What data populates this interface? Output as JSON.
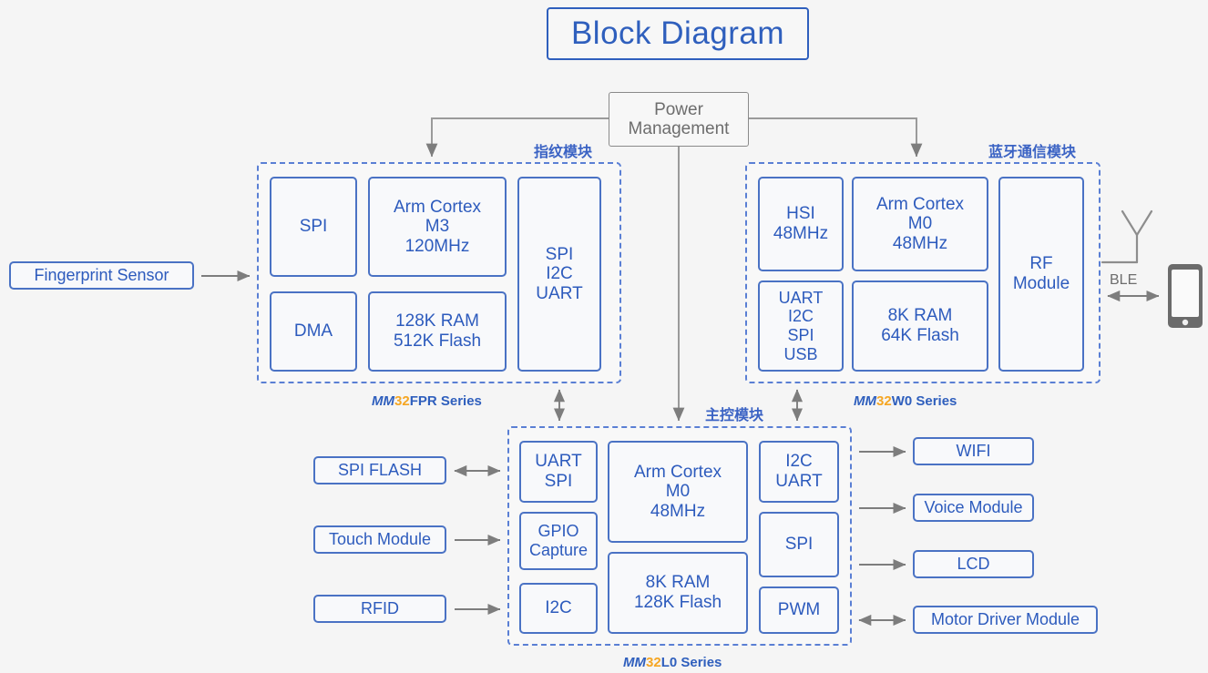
{
  "page": {
    "background_color": "#f5f5f5",
    "accent_blue": "#2d5bbd",
    "border_blue": "#4a72c4",
    "dashed_blue": "#5a7fd4",
    "gray": "#8a8a8a",
    "orange": "#f5a623"
  },
  "title": {
    "text": "Block Diagram"
  },
  "power": {
    "line1": "Power",
    "line2": "Management"
  },
  "modules": {
    "fingerprint": {
      "caption_cn": "指纹模块",
      "series_mm": "MM",
      "series_num": "32",
      "series_rest": "FPR Series",
      "blocks": [
        {
          "name": "spi",
          "lines": [
            "SPI"
          ]
        },
        {
          "name": "dma",
          "lines": [
            "DMA"
          ]
        },
        {
          "name": "core",
          "lines": [
            "Arm Cortex",
            "M3",
            "120MHz"
          ]
        },
        {
          "name": "mem",
          "lines": [
            "128K RAM",
            "512K Flash"
          ]
        },
        {
          "name": "io",
          "lines": [
            "SPI",
            "I2C",
            "UART"
          ]
        }
      ]
    },
    "bluetooth": {
      "caption_cn": "蓝牙通信模块",
      "series_mm": "MM",
      "series_num": "32",
      "series_rest": "W0 Series",
      "blocks": [
        {
          "name": "hsi",
          "lines": [
            "HSI",
            "48MHz"
          ]
        },
        {
          "name": "io",
          "lines": [
            "UART",
            "I2C",
            "SPI",
            "USB"
          ]
        },
        {
          "name": "core",
          "lines": [
            "Arm Cortex",
            "M0",
            "48MHz"
          ]
        },
        {
          "name": "mem",
          "lines": [
            "8K RAM",
            "64K Flash"
          ]
        },
        {
          "name": "rf",
          "lines": [
            "RF",
            "Module"
          ]
        }
      ]
    },
    "maincontrol": {
      "caption_cn": "主控模块",
      "series_mm": "MM",
      "series_num": "32",
      "series_rest": "L0 Series",
      "blocks": [
        {
          "name": "uart-spi",
          "lines": [
            "UART",
            "SPI"
          ]
        },
        {
          "name": "gpio",
          "lines": [
            "GPIO",
            "Capture"
          ]
        },
        {
          "name": "i2c",
          "lines": [
            "I2C"
          ]
        },
        {
          "name": "core",
          "lines": [
            "Arm Cortex",
            "M0",
            "48MHz"
          ]
        },
        {
          "name": "mem",
          "lines": [
            "8K RAM",
            "128K Flash"
          ]
        },
        {
          "name": "i2c-uart",
          "lines": [
            "I2C",
            "UART"
          ]
        },
        {
          "name": "spi",
          "lines": [
            "SPI"
          ]
        },
        {
          "name": "pwm",
          "lines": [
            "PWM"
          ]
        }
      ]
    }
  },
  "peripherals": {
    "fingerprint_sensor": {
      "label": "Fingerprint Sensor",
      "arrow": "one-way"
    },
    "spi_flash": {
      "label": "SPI FLASH",
      "arrow": "two-way"
    },
    "touch_module": {
      "label": "Touch Module",
      "arrow": "one-way"
    },
    "rfid": {
      "label": "RFID",
      "arrow": "one-way"
    },
    "wifi": {
      "label": "WIFI",
      "arrow": "one-way"
    },
    "voice_module": {
      "label": "Voice Module",
      "arrow": "one-way"
    },
    "lcd": {
      "label": "LCD",
      "arrow": "one-way"
    },
    "motor_driver": {
      "label": "Motor Driver Module",
      "arrow": "two-way"
    }
  },
  "radio": {
    "ble_label": "BLE",
    "antenna_icon": "antenna-icon",
    "phone_icon": "smartphone-icon"
  }
}
